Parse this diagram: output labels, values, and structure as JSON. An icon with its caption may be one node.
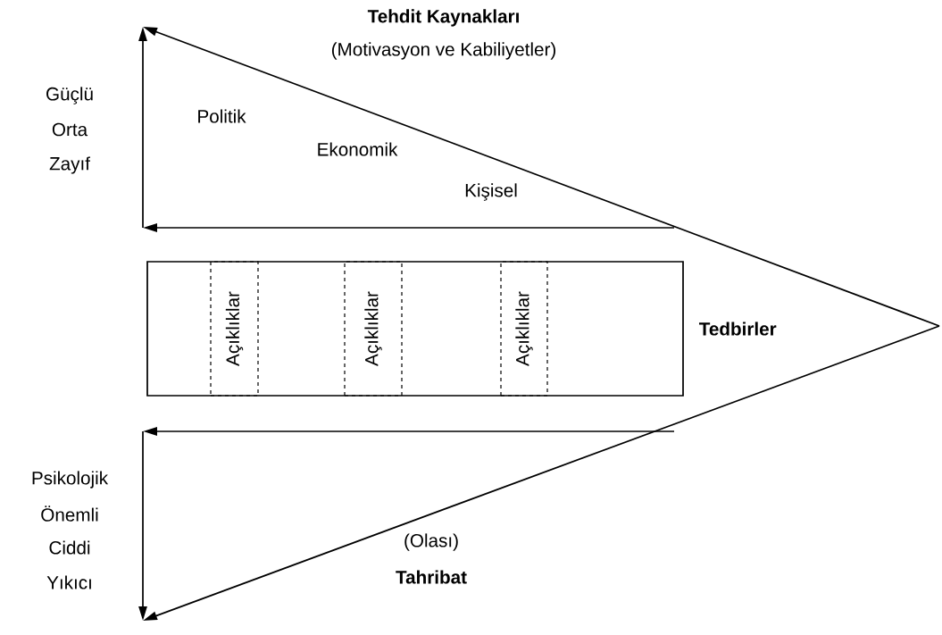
{
  "diagram": {
    "nodes": [
      {
        "text": [
          "Tedbirler"
        ]
      },
      {
        "text": [
          "Açıklıklar"
        ],
        "in": 0
      },
      {
        "text": [
          "Açıklıklar"
        ],
        "in": 0
      },
      {
        "text": [
          "Açıklıklar"
        ],
        "in": 0
      }
    ],
    "labels": [
      "Tehdit Kaynakları",
      "(Motivasyon ve Kabiliyetler)",
      "Güçlü",
      "Orta",
      "Zayıf",
      "Politik",
      "Ekonomik",
      "Kişisel",
      "Psikolojik",
      "Önemli",
      "Ciddi",
      "Yıkıcı",
      "(Olası)",
      "Tahribat"
    ]
  }
}
